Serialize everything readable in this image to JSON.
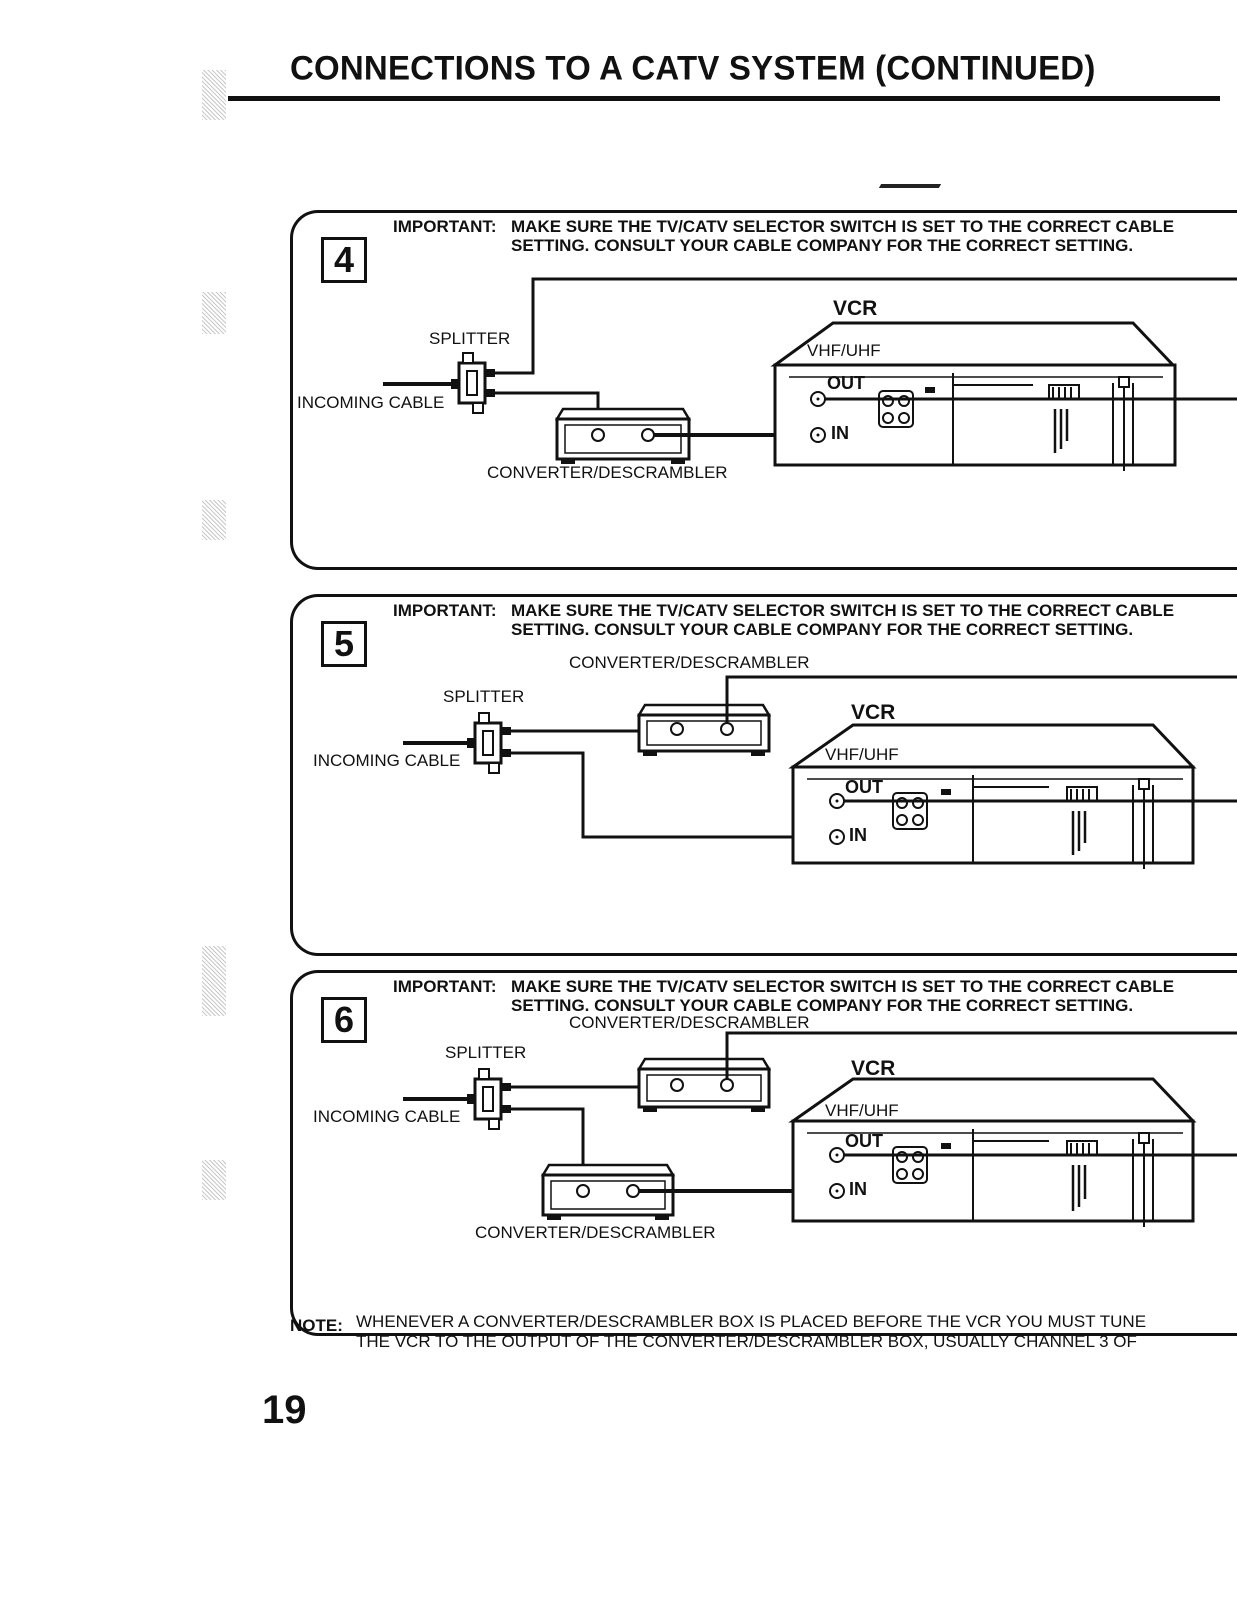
{
  "page": {
    "title": "CONNECTIONS TO A CATV SYSTEM (CONTINUED)",
    "page_number": "19"
  },
  "panels": [
    {
      "step": "4",
      "important_label": "IMPORTANT:",
      "important_text": "MAKE SURE THE TV/CATV SELECTOR SWITCH IS SET TO THE CORRECT CABLE SETTING. CONSULT YOUR CABLE COMPANY FOR THE CORRECT SETTING.",
      "splitter": "SPLITTER",
      "incoming_cable": "INCOMING CABLE",
      "converter_1": "CONVERTER/DESCRAMBLER",
      "vcr": "VCR",
      "vhf_uhf": "VHF/UHF",
      "out": "OUT",
      "in": "IN"
    },
    {
      "step": "5",
      "important_label": "IMPORTANT:",
      "important_text": "MAKE SURE THE TV/CATV SELECTOR SWITCH IS SET TO THE CORRECT CABLE SETTING. CONSULT YOUR CABLE COMPANY FOR THE CORRECT SETTING.",
      "splitter": "SPLITTER",
      "incoming_cable": "INCOMING CABLE",
      "converter_1": "CONVERTER/DESCRAMBLER",
      "vcr": "VCR",
      "vhf_uhf": "VHF/UHF",
      "out": "OUT",
      "in": "IN"
    },
    {
      "step": "6",
      "important_label": "IMPORTANT:",
      "important_text": "MAKE SURE THE TV/CATV SELECTOR SWITCH IS SET TO THE CORRECT CABLE SETTING. CONSULT YOUR CABLE COMPANY FOR THE CORRECT SETTING.",
      "splitter": "SPLITTER",
      "incoming_cable": "INCOMING CABLE",
      "converter_1": "CONVERTER/DESCRAMBLER",
      "converter_2": "CONVERTER/DESCRAMBLER",
      "vcr": "VCR",
      "vhf_uhf": "VHF/UHF",
      "out": "OUT",
      "in": "IN"
    }
  ],
  "note": {
    "label": "NOTE:",
    "line1": "WHENEVER A CONVERTER/DESCRAMBLER BOX IS PLACED BEFORE THE VCR YOU MUST TUNE",
    "line2": "THE VCR TO THE OUTPUT OF THE CONVERTER/DESCRAMBLER BOX, USUALLY CHANNEL 3 OF"
  }
}
